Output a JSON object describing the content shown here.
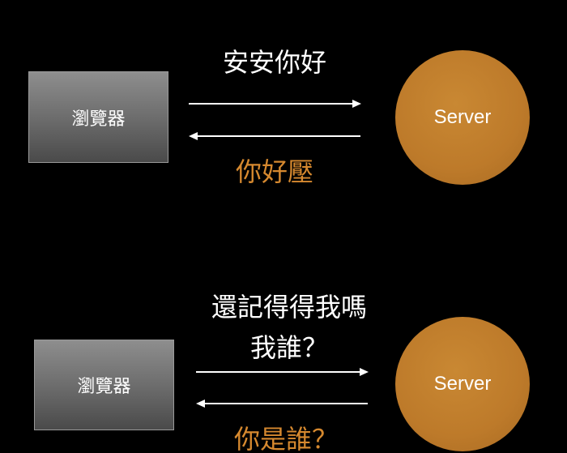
{
  "diagram_1": {
    "browser_label": "瀏覽器",
    "server_label": "Server",
    "request_text": "安安你好",
    "response_text": "你好壓"
  },
  "diagram_2": {
    "browser_label": "瀏覽器",
    "server_label": "Server",
    "request_line_1": "還記得得我嗎",
    "request_line_2": "我誰？",
    "response_text": "你是誰？"
  },
  "colors": {
    "background": "#000000",
    "server_fill": "#bd7a2a",
    "response_text": "#d6892f",
    "request_text": "#ffffff"
  }
}
